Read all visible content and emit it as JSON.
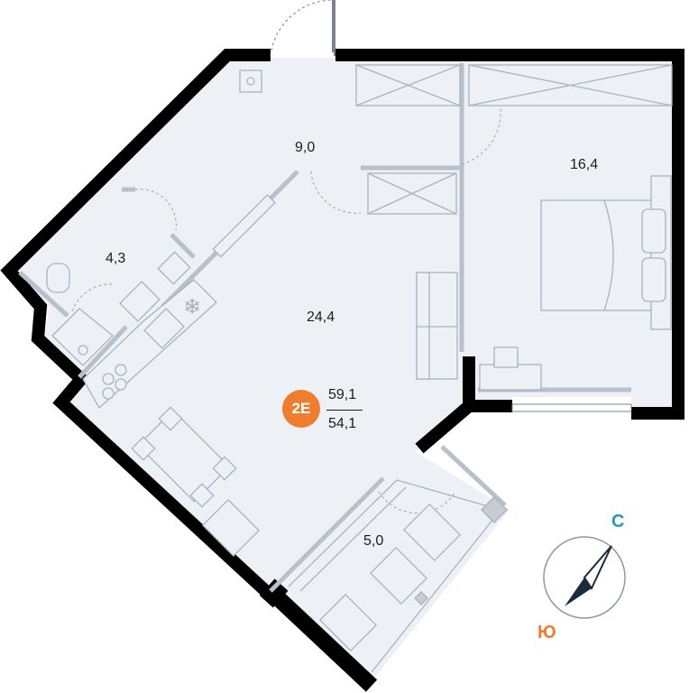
{
  "apartment": {
    "type_label": "2Е",
    "total_area": "59,1",
    "living_area": "54,1",
    "badge_color": "#ef7d2e"
  },
  "rooms": {
    "hallway": {
      "area": "9,0"
    },
    "bedroom": {
      "area": "16,4"
    },
    "bathroom": {
      "area": "4,3"
    },
    "kitchen_living": {
      "area": "24,4"
    },
    "balcony": {
      "area": "5,0"
    }
  },
  "compass": {
    "north_label": "С",
    "south_label": "Ю",
    "north_color": "#1f9bb5",
    "south_color": "#ef7d2e"
  },
  "colors": {
    "floor": "#edf1f6",
    "wall": "#000000",
    "furniture_stroke": "#a9b3be"
  }
}
